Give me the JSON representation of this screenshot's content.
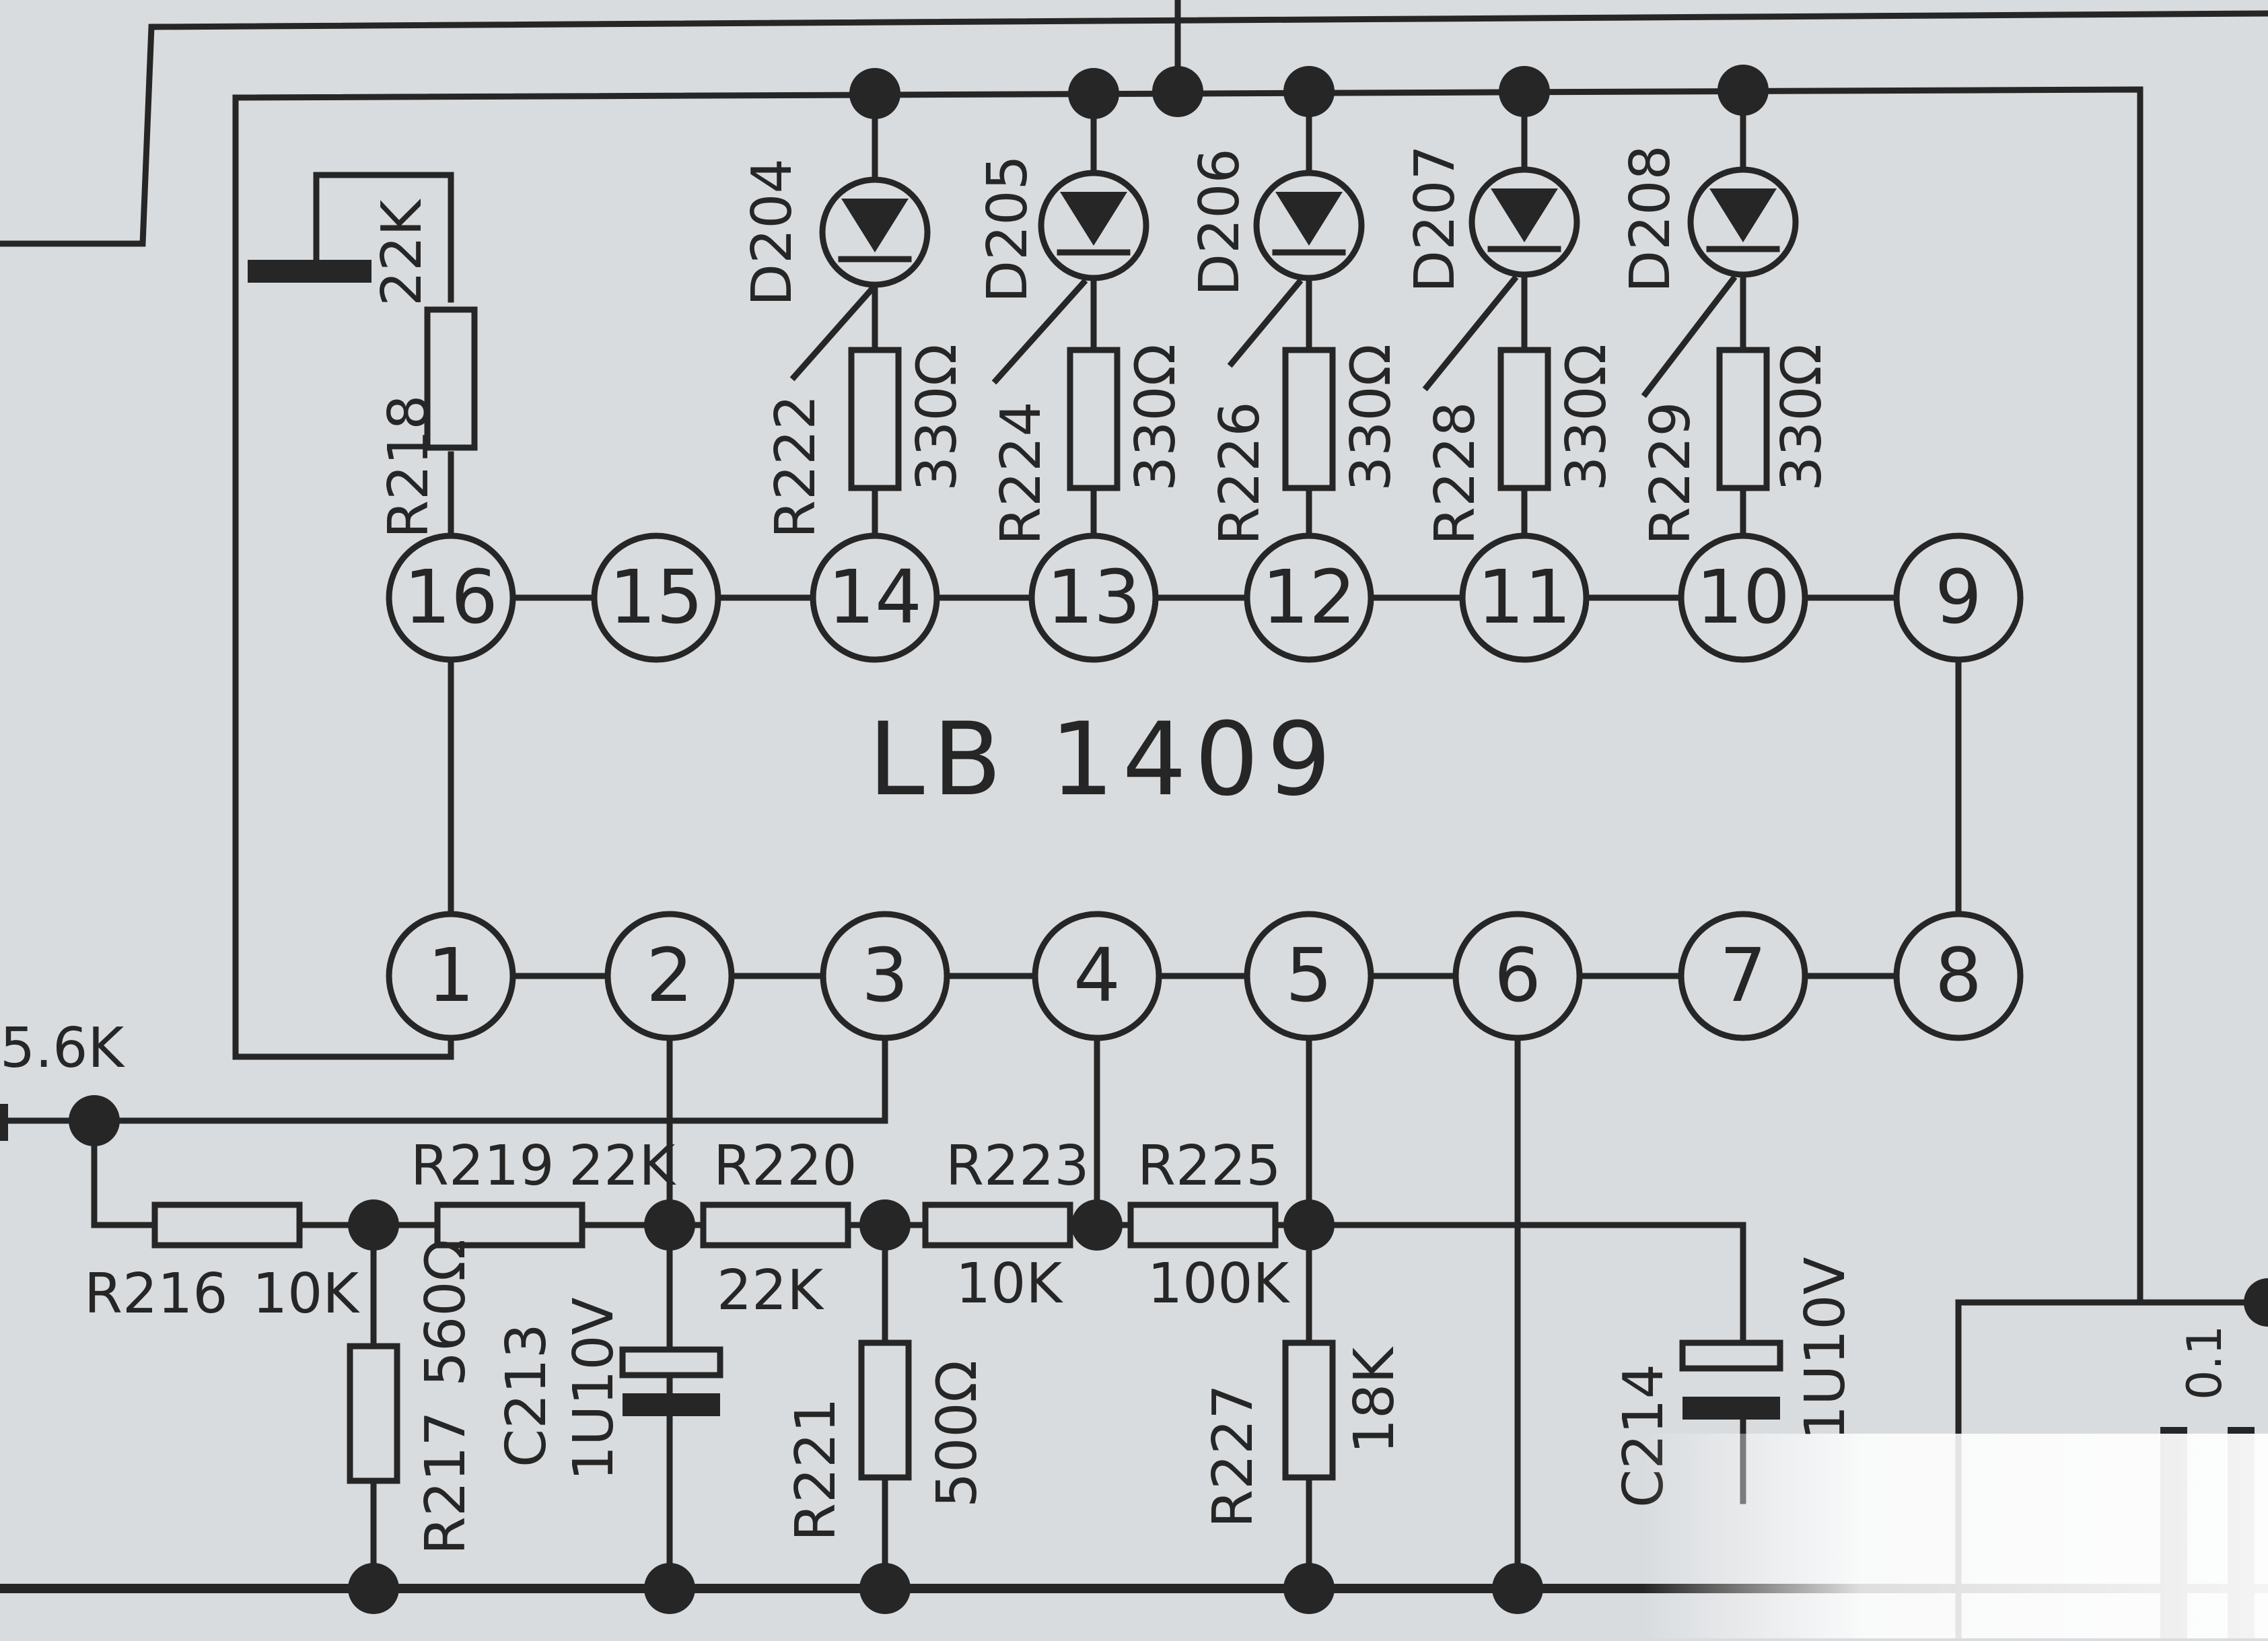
{
  "ic": {
    "label": "LB 1409"
  },
  "pins": [
    "1",
    "2",
    "3",
    "4",
    "5",
    "6",
    "7",
    "8",
    "9",
    "10",
    "11",
    "12",
    "13",
    "14",
    "15",
    "16"
  ],
  "leds": [
    {
      "diode": "D204",
      "resistor": "R222",
      "value": "330Ω"
    },
    {
      "diode": "D205",
      "resistor": "R224",
      "value": "330Ω"
    },
    {
      "diode": "D206",
      "resistor": "R226",
      "value": "330Ω"
    },
    {
      "diode": "D207",
      "resistor": "R228",
      "value": "330Ω"
    },
    {
      "diode": "D208",
      "resistor": "R229",
      "value": "330Ω"
    }
  ],
  "r218": {
    "name": "R218",
    "value": "22K"
  },
  "input": {
    "value": "5.6K"
  },
  "r216": {
    "name": "R216",
    "value": "10K"
  },
  "r219": {
    "name": "R219",
    "value": "22K"
  },
  "r220": {
    "name": "R220",
    "value": "22K"
  },
  "r223": {
    "name": "R223",
    "value": "10K"
  },
  "r225": {
    "name": "R225",
    "value": "100K"
  },
  "r217": {
    "name": "R217",
    "value": "560Ω"
  },
  "c213": {
    "name": "C213",
    "value": "1U10V"
  },
  "r221": {
    "name": "R221",
    "value": "500Ω"
  },
  "r227": {
    "name": "R227",
    "value": "18K"
  },
  "c214": {
    "name": "C214",
    "value": "1U10V"
  },
  "edge": {
    "value": "0.1"
  },
  "colors": {
    "ink": "#262626",
    "paper": "#d9dcdf"
  }
}
